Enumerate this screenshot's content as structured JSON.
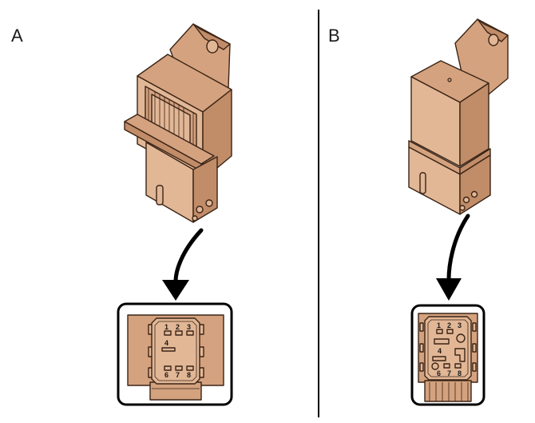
{
  "panels": [
    {
      "label": "A",
      "pins_top": [
        "1",
        "2",
        "3"
      ],
      "pins_mid": [
        "4"
      ],
      "pins_bottom": [
        "6",
        "7",
        "8"
      ]
    },
    {
      "label": "B",
      "pins_top": [
        "1",
        "2",
        "3"
      ],
      "pins_mid": [
        "4"
      ],
      "pins_bottom": [
        "6",
        "7",
        "8"
      ]
    }
  ],
  "colors": {
    "connector_body": "#d4a27f",
    "connector_shadow": "#c18c68",
    "outline": "#3a2416",
    "divider": "#000000"
  }
}
